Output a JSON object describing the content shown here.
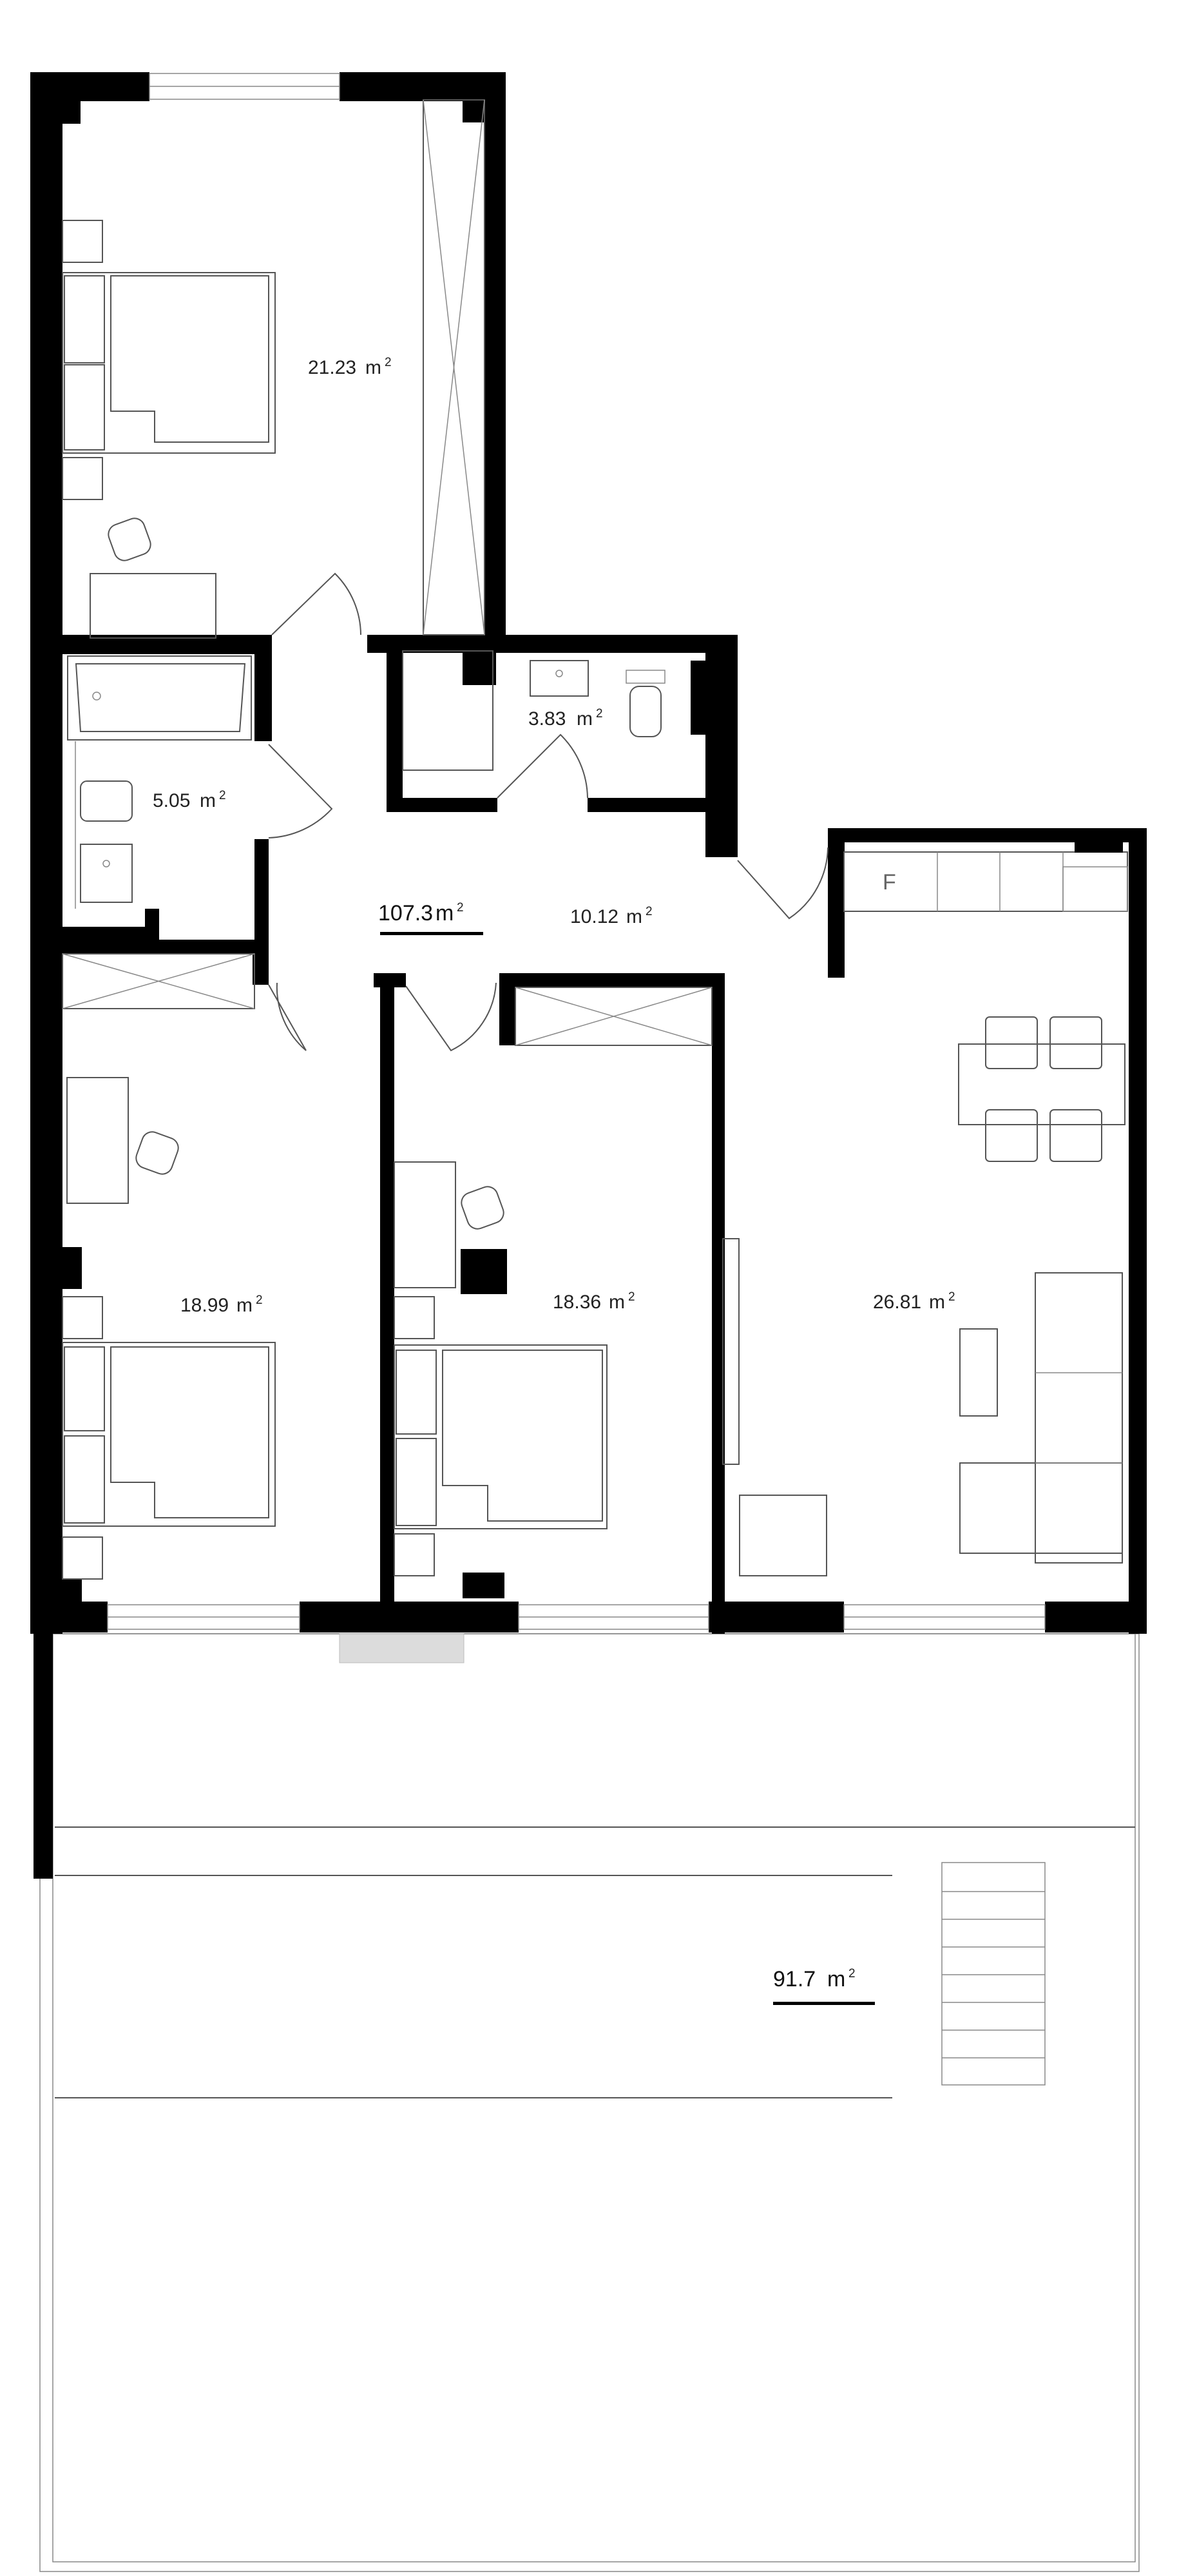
{
  "plan": {
    "unit": "m",
    "superscript": "2",
    "total_area": "107.3",
    "terrace_area": "91.7",
    "fridge_label": "F",
    "rooms": [
      {
        "id": "bedroom-north",
        "area": "21.23"
      },
      {
        "id": "bathroom-tub",
        "area": "5.05"
      },
      {
        "id": "bathroom-wc",
        "area": "3.83"
      },
      {
        "id": "hallway",
        "area": "10.12"
      },
      {
        "id": "bedroom-southwest",
        "area": "18.99"
      },
      {
        "id": "bedroom-middle",
        "area": "18.36"
      },
      {
        "id": "living-kitchen",
        "area": "26.81"
      }
    ]
  }
}
